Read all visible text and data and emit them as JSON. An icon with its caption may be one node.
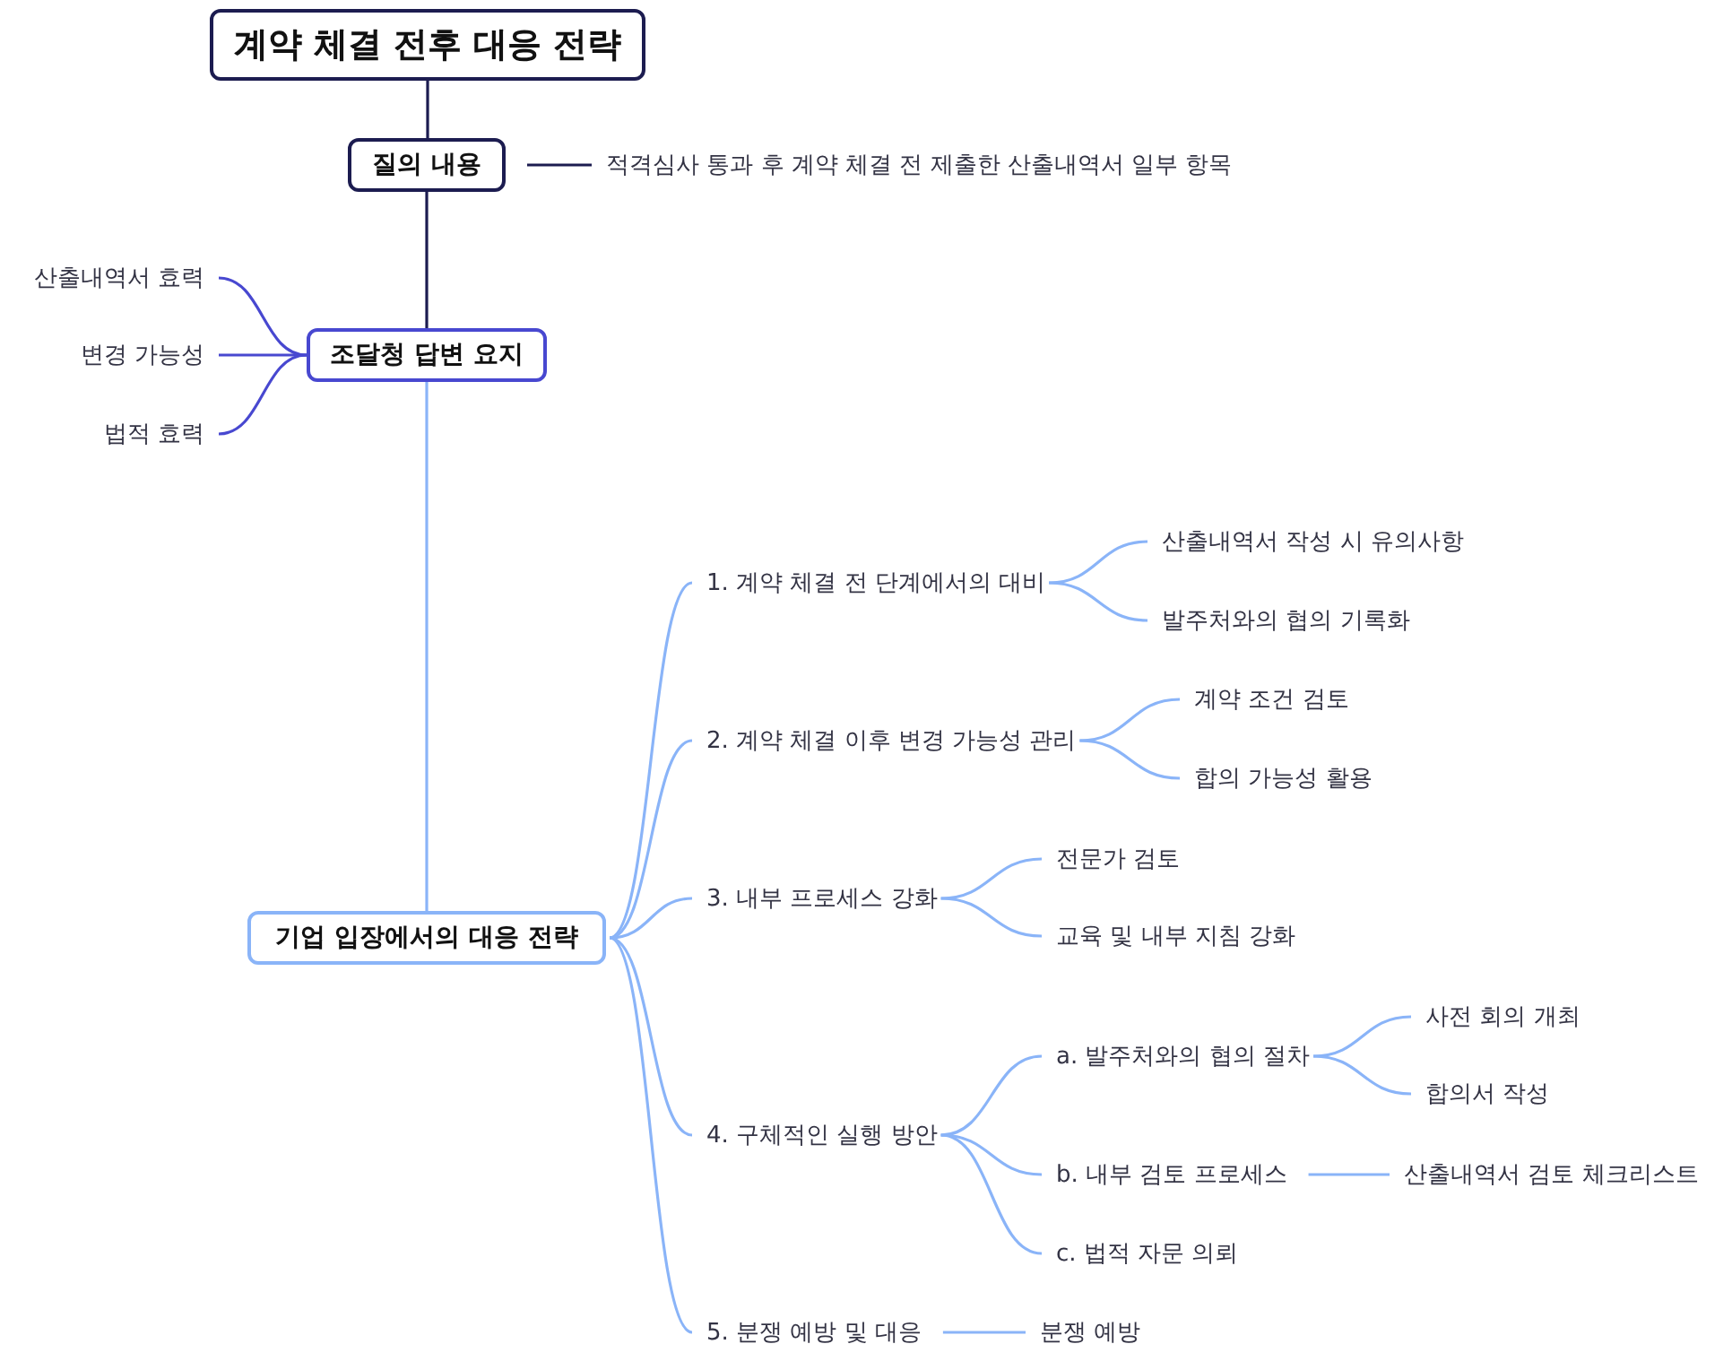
{
  "diagram": {
    "nodes": [
      {
        "text": [
          "계약 체결 전후 대응 전략"
        ]
      },
      {
        "text": [
          "질의 내용"
        ]
      },
      {
        "text": [
          "적격심사 통과 후 계약 체결 전 제출한 산출내역서 일부 항목"
        ]
      },
      {
        "text": [
          "조달청 답변 요지"
        ]
      },
      {
        "text": [
          "산출내역서 효력"
        ]
      },
      {
        "text": [
          "변경 가능성"
        ]
      },
      {
        "text": [
          "법적 효력"
        ]
      },
      {
        "text": [
          "기업 입장에서의 대응 전략"
        ]
      },
      {
        "text": [
          "1. 계약 체결 전 단계에서의 대비"
        ]
      },
      {
        "text": [
          "산출내역서 작성 시 유의사항"
        ]
      },
      {
        "text": [
          "발주처와의 협의 기록화"
        ]
      },
      {
        "text": [
          "2. 계약 체결 이후 변경 가능성 관리"
        ]
      },
      {
        "text": [
          "계약 조건 검토"
        ]
      },
      {
        "text": [
          "합의 가능성 활용"
        ]
      },
      {
        "text": [
          "3. 내부 프로세스 강화"
        ]
      },
      {
        "text": [
          "전문가 검토"
        ]
      },
      {
        "text": [
          "교육 및 내부 지침 강화"
        ]
      },
      {
        "text": [
          "4. 구체적인 실행 방안"
        ]
      },
      {
        "text": [
          "a. 발주처와의 협의 절차"
        ]
      },
      {
        "text": [
          "사전 회의 개최"
        ]
      },
      {
        "text": [
          "합의서 작성"
        ]
      },
      {
        "text": [
          "b. 내부 검토 프로세스"
        ]
      },
      {
        "text": [
          "산출내역서 검토 체크리스트"
        ]
      },
      {
        "text": [
          "c. 법적 자문 의뢰"
        ]
      },
      {
        "text": [
          "5. 분쟁 예방 및 대응"
        ]
      },
      {
        "text": [
          "분쟁 예방"
        ]
      }
    ],
    "edges": [
      {
        "from": 0,
        "to": 1,
        "arrow": "none",
        "color": "#1c1c50"
      },
      {
        "from": 1,
        "to": 2,
        "arrow": "none",
        "color": "#1c1c50"
      },
      {
        "from": 1,
        "to": 3,
        "arrow": "none",
        "color": "#1c1c50"
      },
      {
        "from": 3,
        "to": 4,
        "arrow": "none",
        "color": "#4848d0"
      },
      {
        "from": 3,
        "to": 5,
        "arrow": "none",
        "color": "#4848d0"
      },
      {
        "from": 3,
        "to": 6,
        "arrow": "none",
        "color": "#4848d0"
      },
      {
        "from": 3,
        "to": 7,
        "arrow": "none"
      },
      {
        "from": 7,
        "to": 8,
        "arrow": "none"
      },
      {
        "from": 8,
        "to": 9,
        "arrow": "none"
      },
      {
        "from": 8,
        "to": 10,
        "arrow": "none"
      },
      {
        "from": 7,
        "to": 11,
        "arrow": "none"
      },
      {
        "from": 11,
        "to": 12,
        "arrow": "none"
      },
      {
        "from": 11,
        "to": 13,
        "arrow": "none"
      },
      {
        "from": 7,
        "to": 14,
        "arrow": "none"
      },
      {
        "from": 14,
        "to": 15,
        "arrow": "none"
      },
      {
        "from": 14,
        "to": 16,
        "arrow": "none"
      },
      {
        "from": 7,
        "to": 17,
        "arrow": "none"
      },
      {
        "from": 17,
        "to": 18,
        "arrow": "none"
      },
      {
        "from": 18,
        "to": 19,
        "arrow": "none"
      },
      {
        "from": 18,
        "to": 20,
        "arrow": "none"
      },
      {
        "from": 17,
        "to": 21,
        "arrow": "none"
      },
      {
        "from": 21,
        "to": 22,
        "arrow": "none"
      },
      {
        "from": 17,
        "to": 23,
        "arrow": "none"
      },
      {
        "from": 7,
        "to": 24,
        "arrow": "none"
      },
      {
        "from": 24,
        "to": 25,
        "arrow": "none"
      }
    ]
  }
}
